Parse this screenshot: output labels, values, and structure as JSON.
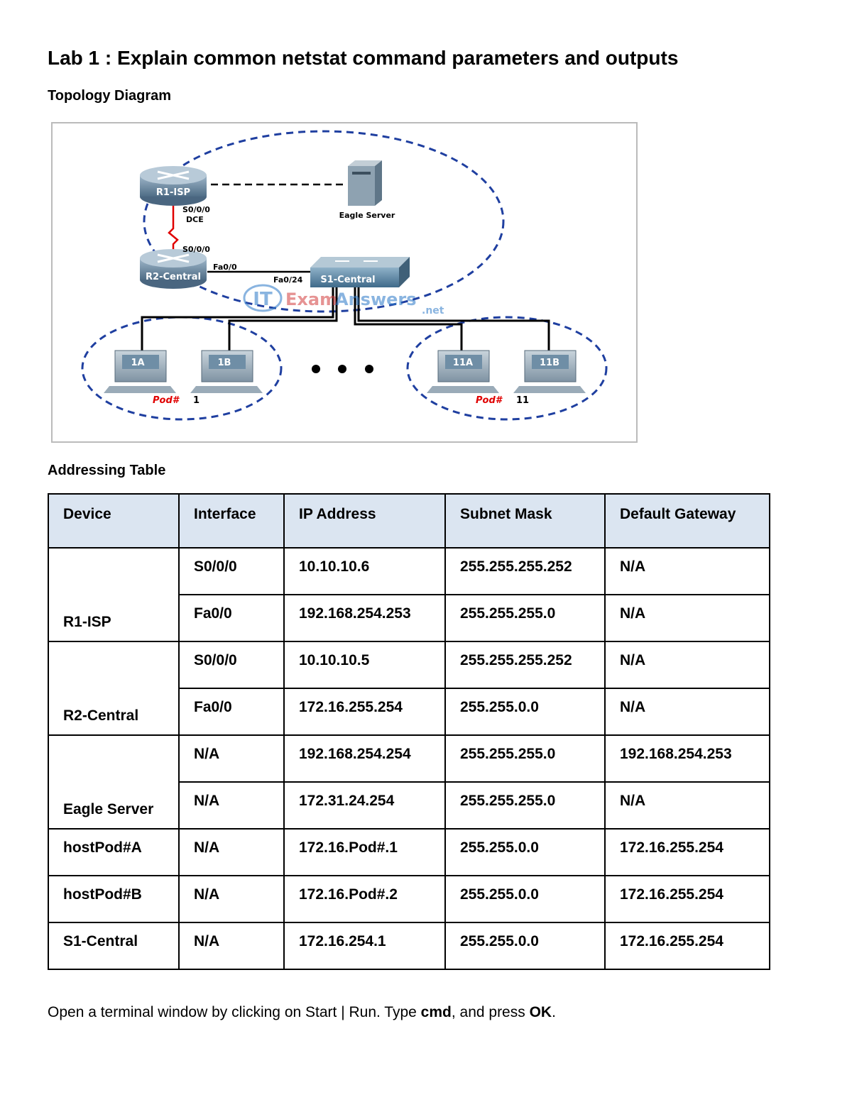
{
  "title": "Lab 1 : Explain common netstat command parameters and outputs",
  "topology_heading": "Topology Diagram",
  "diagram": {
    "routers": [
      {
        "label": "R1-ISP"
      },
      {
        "label": "R2-Central"
      }
    ],
    "switch_label": "S1-Central",
    "server_label": "Eagle Server",
    "interface_labels": {
      "r1_serial": "S0/0/0",
      "r1_dce": "DCE",
      "r2_serial": "S0/0/0",
      "r2_fa": "Fa0/0",
      "sw_fa": "Fa0/24"
    },
    "hosts": [
      "1A",
      "1B",
      "11A",
      "11B"
    ],
    "pods": [
      {
        "prefix": "Pod#",
        "num": "1"
      },
      {
        "prefix": "Pod#",
        "num": "11"
      }
    ],
    "watermark": {
      "it": "IT",
      "exam": "Exam",
      "answers": "Answers",
      "net": ".net"
    }
  },
  "addressing_heading": "Addressing Table",
  "table": {
    "headers": [
      "Device",
      "Interface",
      "IP Address",
      "Subnet Mask",
      "Default Gateway"
    ],
    "groups": [
      {
        "device": "R1-ISP",
        "rows": [
          [
            "S0/0/0",
            "10.10.10.6",
            "255.255.255.252",
            "N/A"
          ],
          [
            "Fa0/0",
            "192.168.254.253",
            "255.255.255.0",
            "N/A"
          ]
        ]
      },
      {
        "device": "R2-Central",
        "rows": [
          [
            "S0/0/0",
            "10.10.10.5",
            "255.255.255.252",
            "N/A"
          ],
          [
            "Fa0/0",
            "172.16.255.254",
            "255.255.0.0",
            "N/A"
          ]
        ]
      },
      {
        "device": "Eagle Server",
        "rows": [
          [
            "N/A",
            "192.168.254.254",
            "255.255.255.0",
            "192.168.254.253"
          ],
          [
            "N/A",
            "172.31.24.254",
            "255.255.255.0",
            "N/A"
          ]
        ]
      },
      {
        "device": "hostPod#A",
        "rows": [
          [
            "N/A",
            "172.16.Pod#.1",
            "255.255.0.0",
            "172.16.255.254"
          ]
        ]
      },
      {
        "device": "hostPod#B",
        "rows": [
          [
            "N/A",
            "172.16.Pod#.2",
            "255.255.0.0",
            "172.16.255.254"
          ]
        ]
      },
      {
        "device": "S1-Central",
        "rows": [
          [
            "N/A",
            "172.16.254.1",
            "255.255.0.0",
            "172.16.255.254"
          ]
        ]
      }
    ]
  },
  "footer": {
    "part1": "Open a terminal window by clicking on Start | Run. Type ",
    "cmd": "cmd",
    "part2": ", and press ",
    "ok": "OK",
    "part3": "."
  }
}
